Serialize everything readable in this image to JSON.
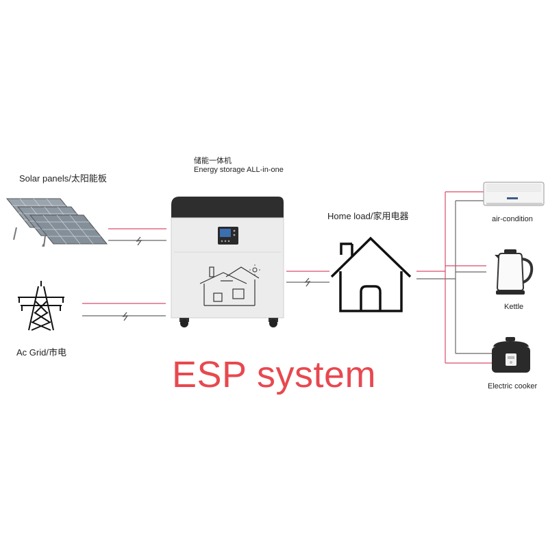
{
  "labels": {
    "solar": "Solar panels/太阳能板",
    "grid": "Ac Grid/市电",
    "storage_cn": "储能一体机",
    "storage_en": "Energy storage ALL-in-one",
    "home": "Home load/家用电器",
    "air_condition": "air-condition",
    "kettle": "Kettle",
    "cooker": "Electric cooker"
  },
  "title": "ESP system",
  "colors": {
    "ac_line": "#d94a6a",
    "dc_line": "#666666",
    "title": "#e8484f",
    "cabinet_top": "#2e2e2e",
    "cabinet_body": "#ececec"
  },
  "icons": [
    "solar-panel-icon",
    "power-tower-icon",
    "energy-storage-cabinet",
    "house-icon",
    "air-conditioner-icon",
    "kettle-icon",
    "rice-cooker-icon"
  ]
}
